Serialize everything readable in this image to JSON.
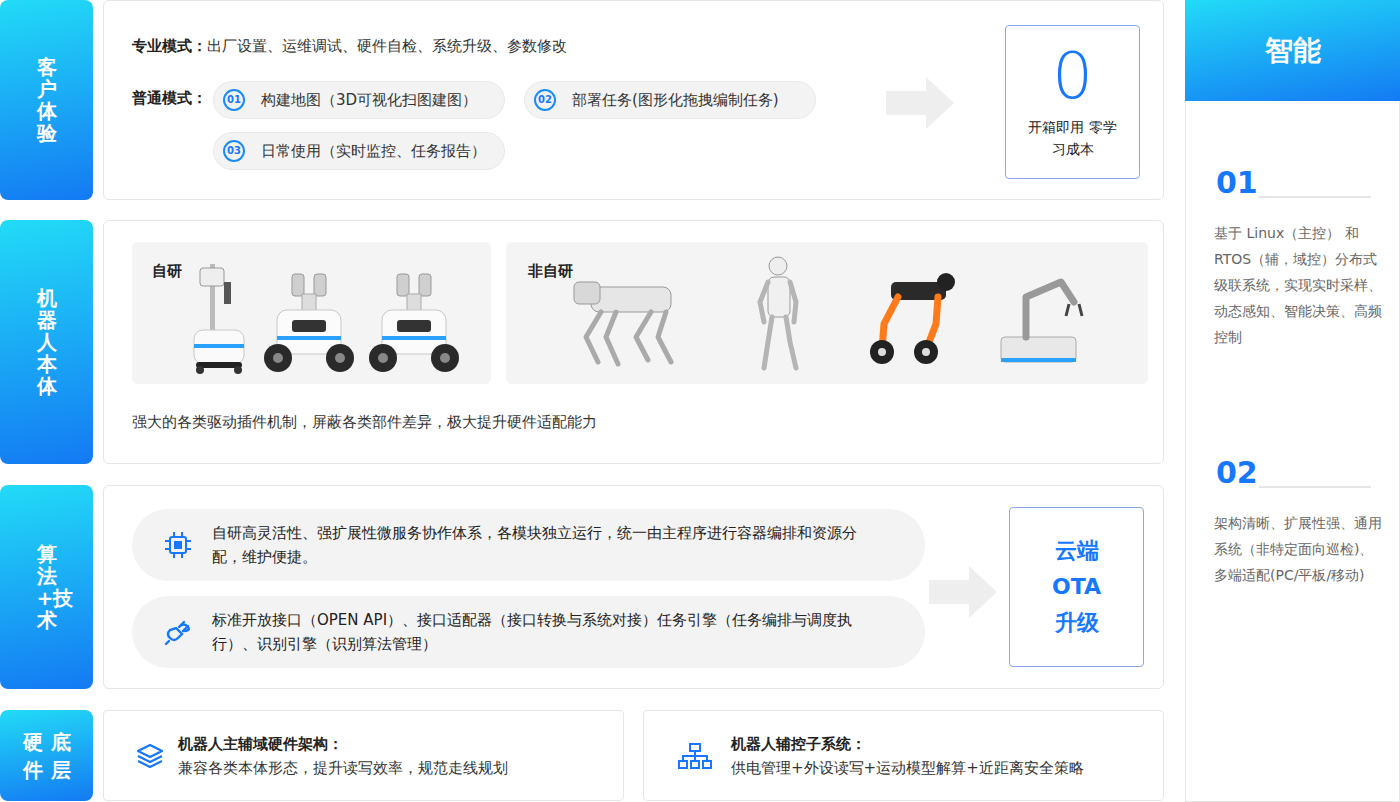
{
  "diagram": {
    "nodes": [
      {
        "text": [
          "客户体验"
        ]
      },
      {
        "text": [
          "专业模式：",
          "出厂设置、运维调试、硬件自检、系统升级、参数修改",
          "普通模式："
        ]
      },
      {
        "text": [
          "01",
          "构建地图（3D可视化扫图建图）"
        ],
        "in": 1
      },
      {
        "text": [
          "02",
          "部署任务(图形化拖拽编制任务)"
        ],
        "in": 1
      },
      {
        "text": [
          "03",
          "日常使用（实时监控、任务报告）"
        ],
        "in": 1
      },
      {
        "text": [
          "0",
          "开箱即用 零学习成本"
        ],
        "in": 1
      },
      {
        "text": [
          "机器人本体"
        ]
      },
      {
        "text": [
          "强大的各类驱动插件机制，屏蔽各类部件差异，极大提升硬件适配能力"
        ]
      },
      {
        "text": [
          "自研"
        ],
        "in": 7
      },
      {
        "text": [
          "非自研"
        ],
        "in": 7
      },
      {
        "text": [
          "算法+技术"
        ]
      },
      {
        "text": []
      },
      {
        "text": [
          "自研高灵活性、强扩展性微服务协作体系，各模块独立运行，统一由主程序进行容器编排和资源分配，维护便捷。"
        ],
        "in": 11
      },
      {
        "text": [
          "标准开放接口（OPEN API）、接口适配器（接口转换与系统对接）任务引擎（任务编排与调度执行）、识别引擎（识别算法管理）"
        ],
        "in": 11
      },
      {
        "text": [
          "云端 OTA 升级"
        ],
        "in": 11
      },
      {
        "text": [
          "硬件底层"
        ]
      },
      {
        "text": [
          "机器人主辅域硬件架构：",
          "兼容各类本体形态，提升读写效率，规范走线规划"
        ]
      },
      {
        "text": [
          "机器人辅控子系统：",
          "供电管理+外设读写+运动模型解算+近距离安全策略"
        ]
      },
      {
        "text": [
          "智能",
          "01",
          "基于 Linux（主控） 和 RTOS（辅，域控）分布式级联系统，实现实时采样、动态感知、智能决策、高频控制",
          "02",
          "架构清晰、扩展性强、通用系统（非特定面向巡检)、多端适配(PC/平板/移动)"
        ]
      }
    ]
  }
}
